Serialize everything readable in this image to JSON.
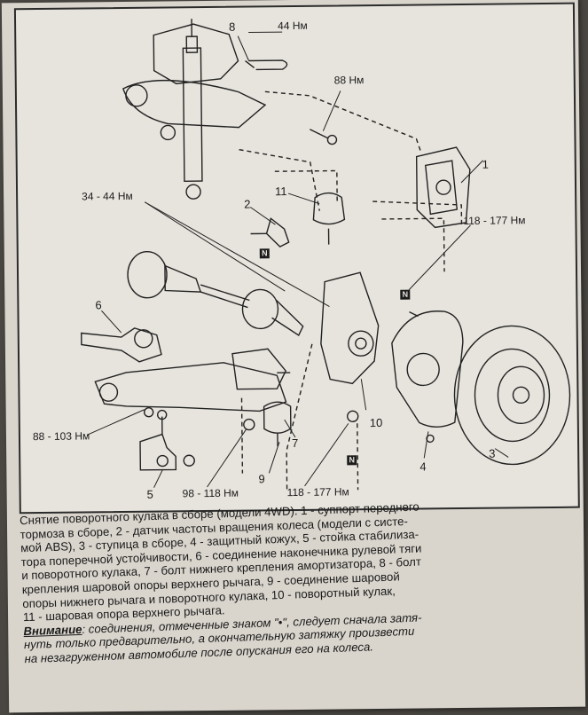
{
  "figure": {
    "callouts": {
      "c1": "1",
      "c2": "2",
      "c3": "3",
      "c4": "4",
      "c5": "5",
      "c6": "6",
      "c7": "7",
      "c8": "8",
      "c9": "9",
      "c10": "10",
      "c11": "11"
    },
    "torques": {
      "t44": "44 Нм",
      "t88": "88 Нм",
      "t34_44": "34 - 44 Нм",
      "t118_177_right": "118 - 177 Нм",
      "t88_103": "88 - 103 Нм",
      "t98_118": "98 - 118 Нм",
      "t118_177_bottom": "118 - 177 Нм"
    },
    "marker": "N"
  },
  "caption": {
    "lines": [
      "Снятие поворотного кулака в сборе (модели 4WD). 1 - суппорт переднего",
      "тормоза в сборе, 2 - датчик частоты вращения колеса (модели с систе-",
      "мой ABS), 3 - ступица в сборе, 4 - защитный кожух, 5 - стойка стабилиза-",
      "тора поперечной устойчивости, 6 - соединение наконечника рулевой тяги",
      "и поворотного кулака, 7 - болт нижнего крепления амортизатора, 8 - болт",
      "крепления шаровой опоры верхнего рычага, 9 - соединение шаровой",
      "опоры нижнего рычага и поворотного кулака, 10 - поворотный кулак,",
      "11 - шаровая опора верхнего рычага."
    ],
    "warning_label": "Внимание",
    "warning_lines": [
      ": соединения, отмеченные знаком \"•\", следует сначала затя-",
      "нуть только предварительно, а окончательную затяжку произвести",
      "на незагруженном автомобиле после опускания его на колеса."
    ]
  }
}
